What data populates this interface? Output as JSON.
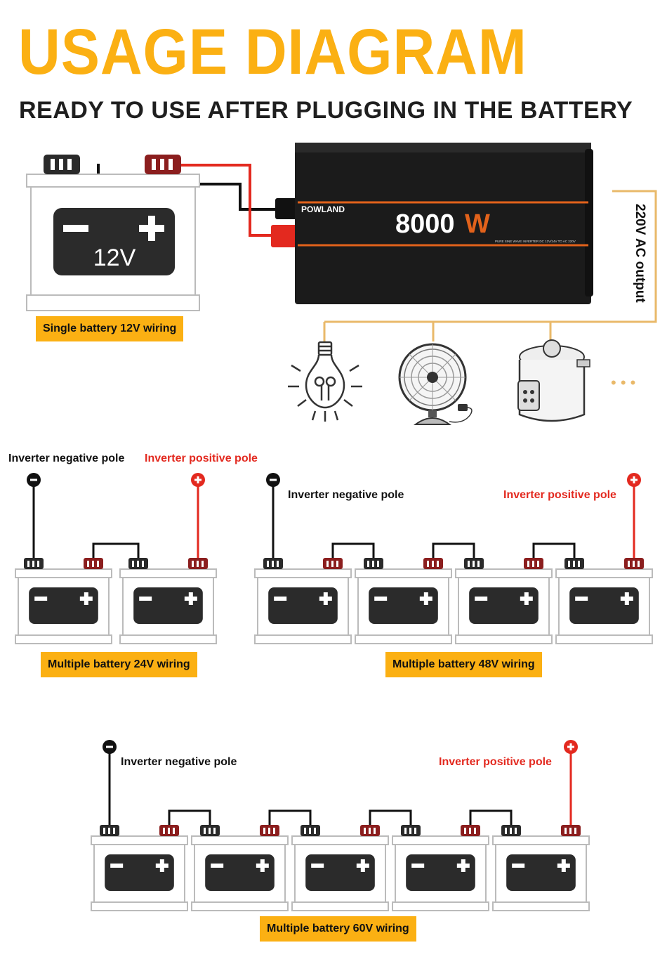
{
  "header": {
    "title": "USAGE DIAGRAM",
    "subtitle": "READY TO USE AFTER PLUGGING IN THE BATTERY"
  },
  "single": {
    "battery_voltage": "12V",
    "caption": "Single battery 12V wiring"
  },
  "inverter": {
    "brand": "POWLAND",
    "power_number": "8000",
    "power_unit": "W",
    "small_text": "PURE SINE WAVE INVERTER DC 12V/24V TO AC 220V",
    "output_label": "220V AC output"
  },
  "appliances": {
    "items": [
      "light-bulb",
      "fan",
      "pressure-cooker"
    ],
    "more": "• • •"
  },
  "wiring_24v": {
    "neg_label": "Inverter negative pole",
    "pos_label": "Inverter positive pole",
    "caption": "Multiple battery 24V wiring",
    "battery_count": 2
  },
  "wiring_48v": {
    "neg_label": "Inverter negative pole",
    "pos_label": "Inverter positive pole",
    "caption": "Multiple battery 48V wiring",
    "battery_count": 4
  },
  "wiring_60v": {
    "neg_label": "Inverter negative pole",
    "pos_label": "Inverter positive pole",
    "caption": "Multiple battery 60V wiring",
    "battery_count": 5
  },
  "colors": {
    "accent": "#fbb013",
    "positive": "#e3291f",
    "terminal_neg": "#2a2a2a",
    "terminal_pos": "#8b1e1e",
    "inverter_body": "#1b1b1b",
    "inverter_stripe": "#e2621b",
    "ac_line": "#e9b96a"
  }
}
